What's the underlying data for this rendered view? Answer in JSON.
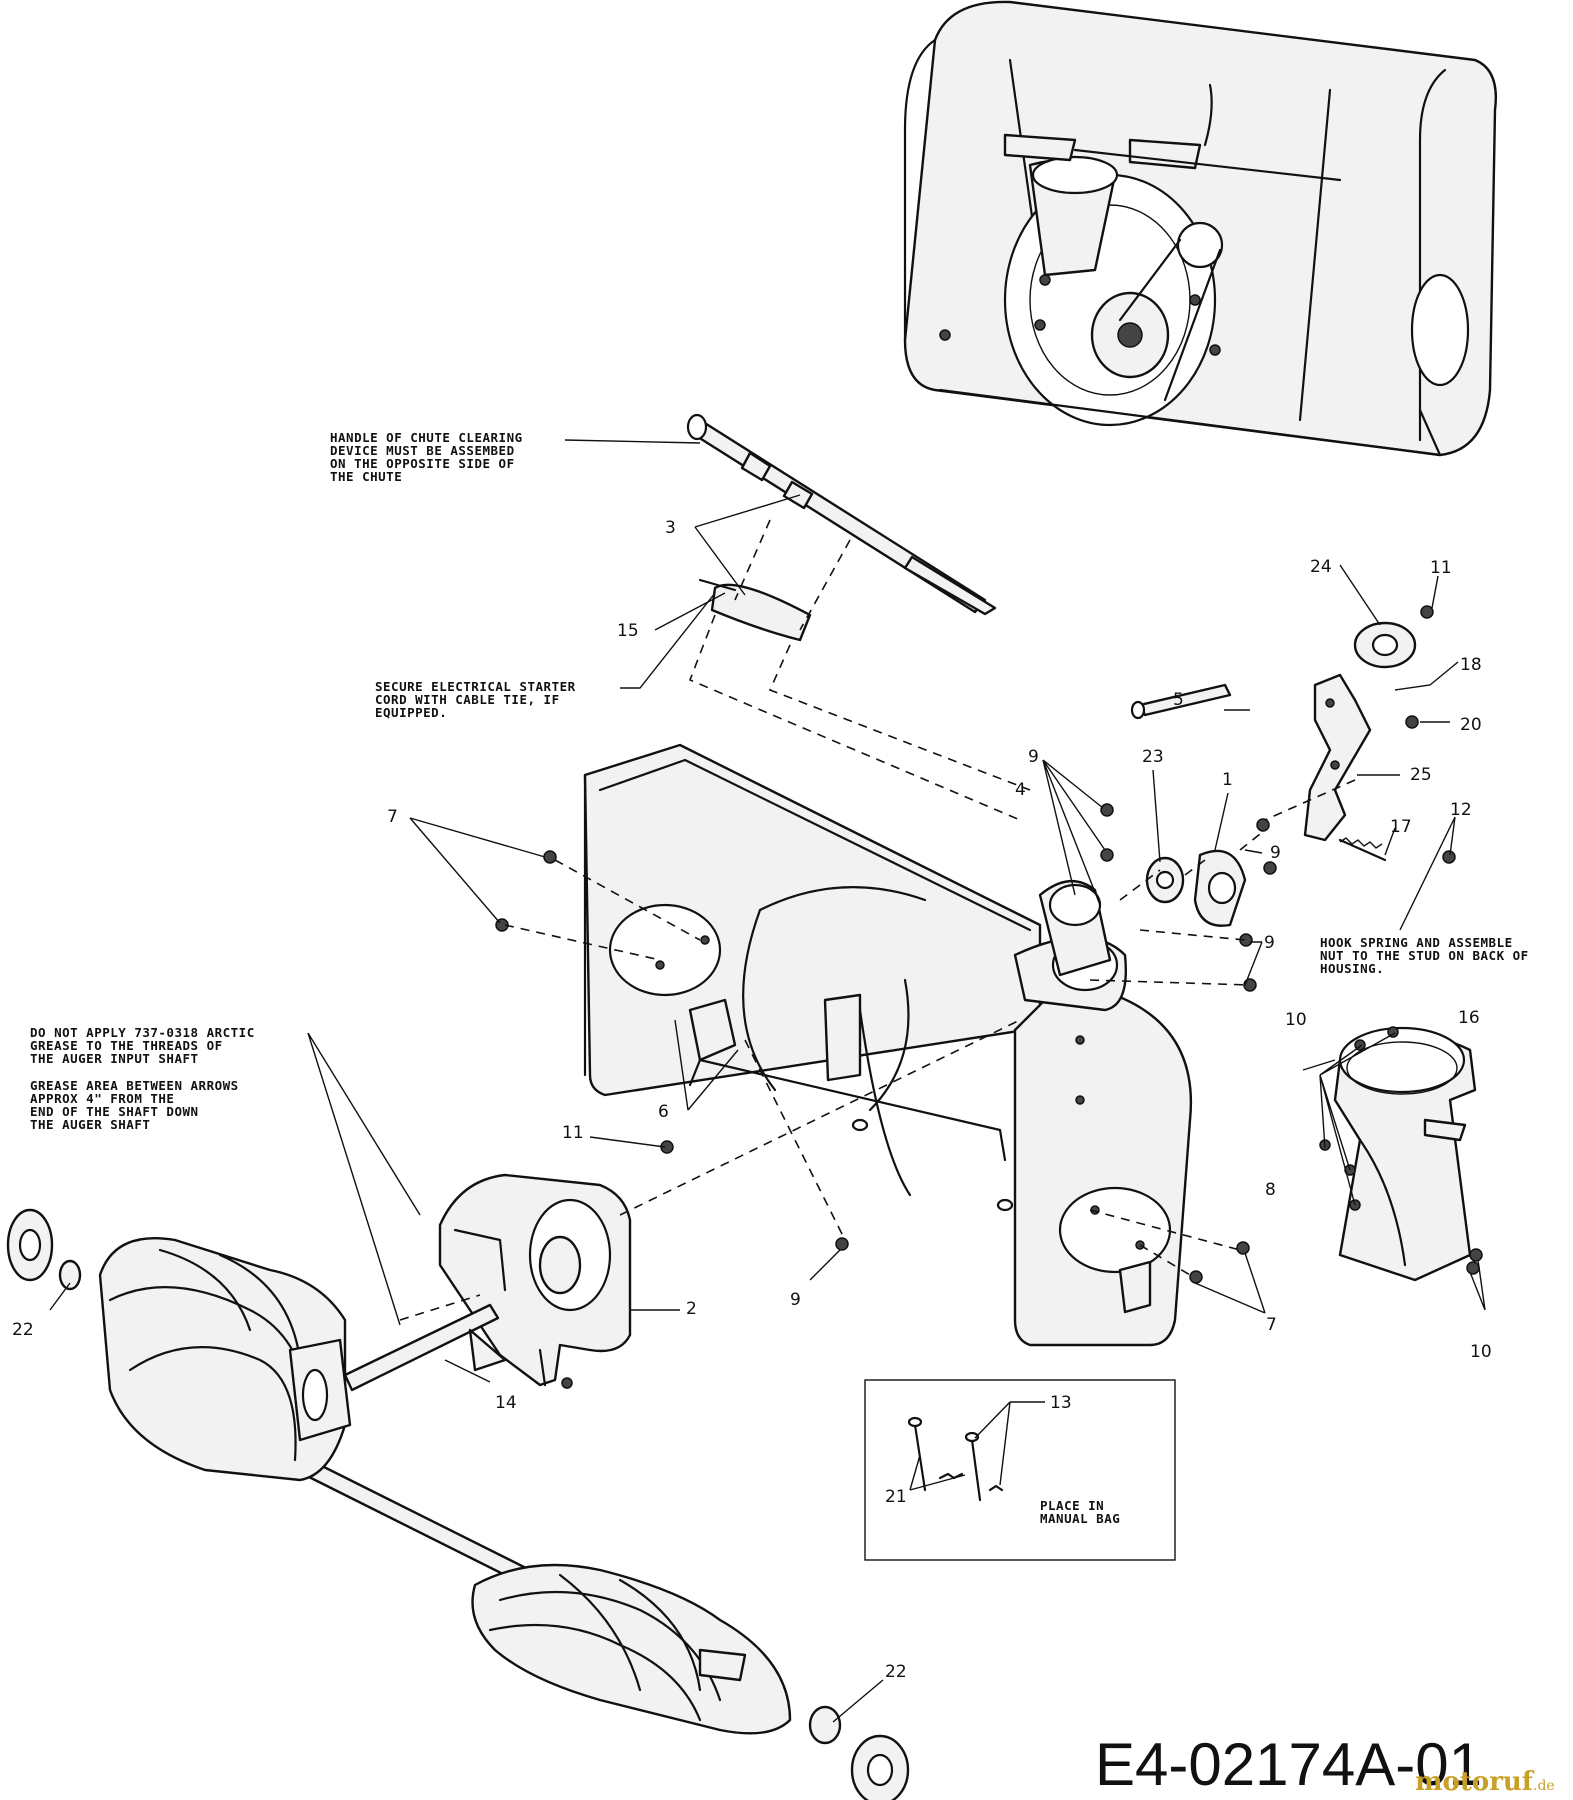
{
  "diagram": {
    "drawing_code": "E4-02174A-01",
    "watermark": {
      "name": "motoruf",
      "suffix": ".de"
    },
    "notes": {
      "chute_handle": [
        "HANDLE OF CHUTE CLEARING",
        "DEVICE MUST BE ASSEMBED",
        "ON THE OPPOSITE SIDE OF",
        "THE CHUTE"
      ],
      "starter_cord": [
        "SECURE ELECTRICAL STARTER",
        "CORD WITH CABLE TIE, IF",
        "EQUIPPED."
      ],
      "grease_threads": [
        "DO NOT APPLY 737-0318 ARCTIC",
        "GREASE TO THE THREADS OF",
        "THE AUGER INPUT SHAFT"
      ],
      "grease_area": [
        "GREASE AREA BETWEEN ARROWS",
        "APPROX 4\" FROM THE",
        "END OF THE SHAFT DOWN",
        "THE AUGER SHAFT"
      ],
      "hook_spring": [
        "HOOK SPRING AND ASSEMBLE",
        "NUT TO THE STUD ON BACK OF",
        "HOUSING."
      ],
      "manual_bag": [
        "PLACE IN",
        "MANUAL BAG"
      ]
    },
    "callouts": {
      "c1": "1",
      "c2": "2",
      "c3": "3",
      "c4": "4",
      "c5": "5",
      "c6": "6",
      "c7a": "7",
      "c7b": "7",
      "c8": "8",
      "c9a": "9",
      "c9b": "9",
      "c9c": "9",
      "c9d": "9",
      "c10a": "10",
      "c10b": "10",
      "c11a": "11",
      "c11b": "11",
      "c12": "12",
      "c13": "13",
      "c14": "14",
      "c15": "15",
      "c16": "16",
      "c17": "17",
      "c18": "18",
      "c20": "20",
      "c21": "21",
      "c22a": "22",
      "c22b": "22",
      "c23": "23",
      "c24": "24",
      "c25": "25"
    }
  }
}
